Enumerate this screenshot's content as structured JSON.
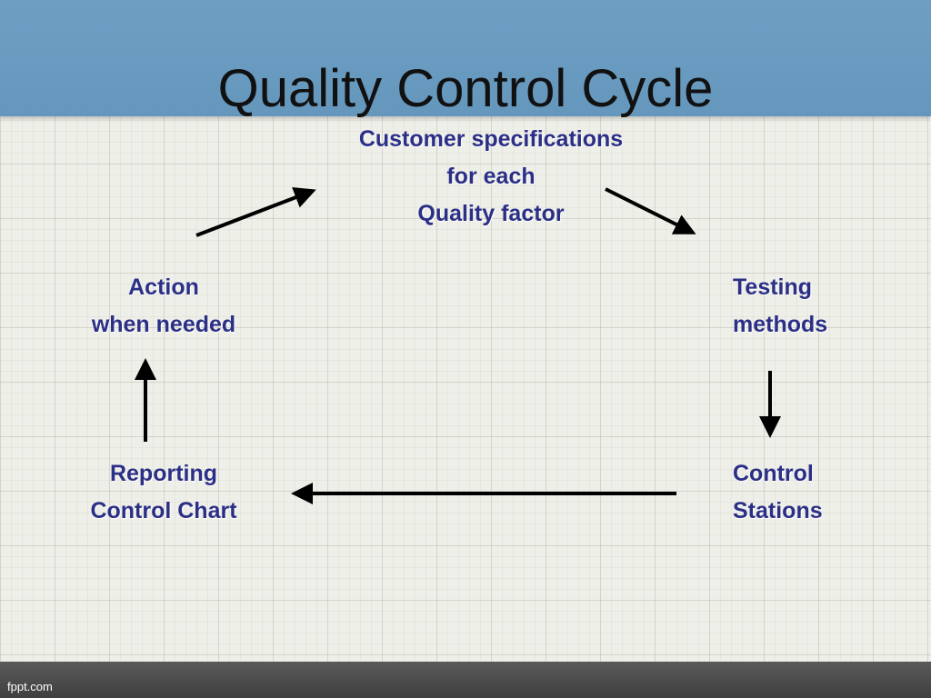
{
  "title": "Quality Control Cycle",
  "footer": {
    "brand": "fppt.com"
  },
  "colors": {
    "header": "#6597bd",
    "node_text": "#2b2f86",
    "arrow": "#000000",
    "footer": "#4a4a4a"
  },
  "nodes": {
    "top": {
      "lines": [
        "Customer specifications",
        "for each",
        "Quality factor"
      ]
    },
    "right_top": {
      "lines": [
        "Testing",
        "methods"
      ]
    },
    "right_bottom": {
      "lines": [
        "Control",
        "Stations"
      ]
    },
    "left_bottom": {
      "lines": [
        "Reporting",
        "Control Chart"
      ]
    },
    "left_top": {
      "lines": [
        "Action",
        "when needed"
      ]
    }
  }
}
